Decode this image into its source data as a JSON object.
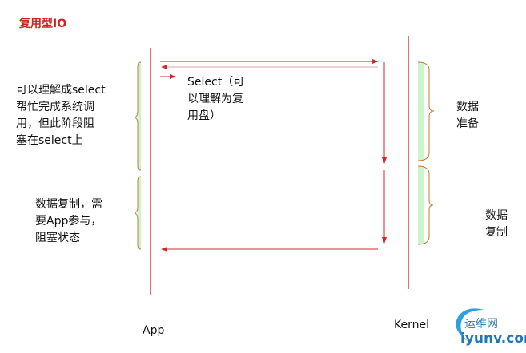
{
  "title": "复用型IO",
  "select_note": "Select（可\n以理解为复\n用盘）",
  "left_label_1": "可以理解成select\n帮忙完成系统调\n用，但此阶段阻\n塞在select上",
  "left_label_2": "数据复制，需\n要App参与，\n阻塞状态",
  "right_label_1": "数据\n准备",
  "right_label_2": "数据\n复制",
  "app_label": "App",
  "kernel_label": "Kernel",
  "watermark": {
    "name": "运维网",
    "url": "iyunv.com"
  },
  "colors": {
    "line": "#d9232d",
    "brace_fill": "#ccf5cc",
    "title": "#d0231e"
  }
}
